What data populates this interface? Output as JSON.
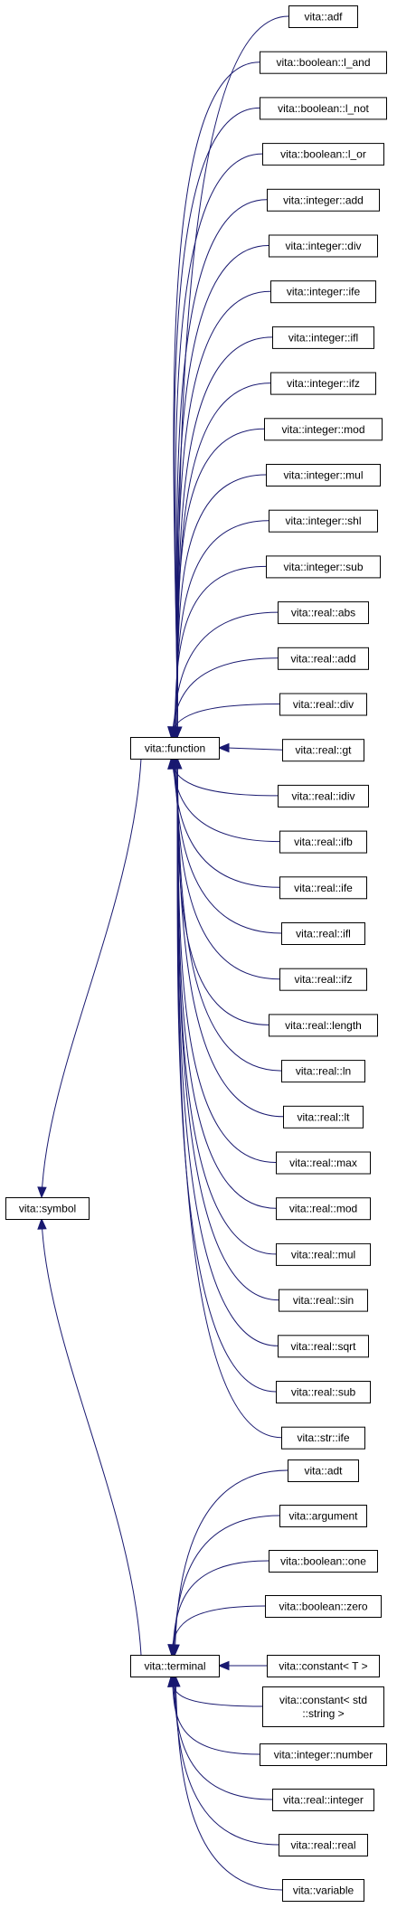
{
  "diagram": {
    "nodes": [
      {
        "id": "symbol",
        "lines": [
          "vita::symbol"
        ]
      },
      {
        "id": "function",
        "lines": [
          "vita::function"
        ]
      },
      {
        "id": "terminal",
        "lines": [
          "vita::terminal"
        ]
      },
      {
        "id": "f_adf",
        "lines": [
          "vita::adf"
        ]
      },
      {
        "id": "f_l_and",
        "lines": [
          "vita::boolean::l_and"
        ]
      },
      {
        "id": "f_l_not",
        "lines": [
          "vita::boolean::l_not"
        ]
      },
      {
        "id": "f_l_or",
        "lines": [
          "vita::boolean::l_or"
        ]
      },
      {
        "id": "f_int_add",
        "lines": [
          "vita::integer::add"
        ]
      },
      {
        "id": "f_int_div",
        "lines": [
          "vita::integer::div"
        ]
      },
      {
        "id": "f_int_ife",
        "lines": [
          "vita::integer::ife"
        ]
      },
      {
        "id": "f_int_ifl",
        "lines": [
          "vita::integer::ifl"
        ]
      },
      {
        "id": "f_int_ifz",
        "lines": [
          "vita::integer::ifz"
        ]
      },
      {
        "id": "f_int_mod",
        "lines": [
          "vita::integer::mod"
        ]
      },
      {
        "id": "f_int_mul",
        "lines": [
          "vita::integer::mul"
        ]
      },
      {
        "id": "f_int_shl",
        "lines": [
          "vita::integer::shl"
        ]
      },
      {
        "id": "f_int_sub",
        "lines": [
          "vita::integer::sub"
        ]
      },
      {
        "id": "f_real_abs",
        "lines": [
          "vita::real::abs"
        ]
      },
      {
        "id": "f_real_add",
        "lines": [
          "vita::real::add"
        ]
      },
      {
        "id": "f_real_div",
        "lines": [
          "vita::real::div"
        ]
      },
      {
        "id": "f_real_gt",
        "lines": [
          "vita::real::gt"
        ]
      },
      {
        "id": "f_real_idiv",
        "lines": [
          "vita::real::idiv"
        ]
      },
      {
        "id": "f_real_ifb",
        "lines": [
          "vita::real::ifb"
        ]
      },
      {
        "id": "f_real_ife",
        "lines": [
          "vita::real::ife"
        ]
      },
      {
        "id": "f_real_ifl",
        "lines": [
          "vita::real::ifl"
        ]
      },
      {
        "id": "f_real_ifz",
        "lines": [
          "vita::real::ifz"
        ]
      },
      {
        "id": "f_real_length",
        "lines": [
          "vita::real::length"
        ]
      },
      {
        "id": "f_real_ln",
        "lines": [
          "vita::real::ln"
        ]
      },
      {
        "id": "f_real_lt",
        "lines": [
          "vita::real::lt"
        ]
      },
      {
        "id": "f_real_max",
        "lines": [
          "vita::real::max"
        ]
      },
      {
        "id": "f_real_mod",
        "lines": [
          "vita::real::mod"
        ]
      },
      {
        "id": "f_real_mul",
        "lines": [
          "vita::real::mul"
        ]
      },
      {
        "id": "f_real_sin",
        "lines": [
          "vita::real::sin"
        ]
      },
      {
        "id": "f_real_sqrt",
        "lines": [
          "vita::real::sqrt"
        ]
      },
      {
        "id": "f_real_sub",
        "lines": [
          "vita::real::sub"
        ]
      },
      {
        "id": "f_str_ife",
        "lines": [
          "vita::str::ife"
        ]
      },
      {
        "id": "t_adt",
        "lines": [
          "vita::adt"
        ]
      },
      {
        "id": "t_argument",
        "lines": [
          "vita::argument"
        ]
      },
      {
        "id": "t_bool_one",
        "lines": [
          "vita::boolean::one"
        ]
      },
      {
        "id": "t_bool_zero",
        "lines": [
          "vita::boolean::zero"
        ]
      },
      {
        "id": "t_const_T",
        "lines": [
          "vita::constant< T >"
        ]
      },
      {
        "id": "t_const_str",
        "lines": [
          "vita::constant< std",
          "::string >"
        ]
      },
      {
        "id": "t_int_number",
        "lines": [
          "vita::integer::number"
        ]
      },
      {
        "id": "t_real_integer",
        "lines": [
          "vita::real::integer"
        ]
      },
      {
        "id": "t_real_real",
        "lines": [
          "vita::real::real"
        ]
      },
      {
        "id": "t_variable",
        "lines": [
          "vita::variable"
        ]
      }
    ],
    "edges": [
      {
        "from": "function",
        "to": "symbol"
      },
      {
        "from": "terminal",
        "to": "symbol"
      },
      {
        "from": "f_adf",
        "to": "function"
      },
      {
        "from": "f_l_and",
        "to": "function"
      },
      {
        "from": "f_l_not",
        "to": "function"
      },
      {
        "from": "f_l_or",
        "to": "function"
      },
      {
        "from": "f_int_add",
        "to": "function"
      },
      {
        "from": "f_int_div",
        "to": "function"
      },
      {
        "from": "f_int_ife",
        "to": "function"
      },
      {
        "from": "f_int_ifl",
        "to": "function"
      },
      {
        "from": "f_int_ifz",
        "to": "function"
      },
      {
        "from": "f_int_mod",
        "to": "function"
      },
      {
        "from": "f_int_mul",
        "to": "function"
      },
      {
        "from": "f_int_shl",
        "to": "function"
      },
      {
        "from": "f_int_sub",
        "to": "function"
      },
      {
        "from": "f_real_abs",
        "to": "function"
      },
      {
        "from": "f_real_add",
        "to": "function"
      },
      {
        "from": "f_real_div",
        "to": "function"
      },
      {
        "from": "f_real_gt",
        "to": "function"
      },
      {
        "from": "f_real_idiv",
        "to": "function"
      },
      {
        "from": "f_real_ifb",
        "to": "function"
      },
      {
        "from": "f_real_ife",
        "to": "function"
      },
      {
        "from": "f_real_ifl",
        "to": "function"
      },
      {
        "from": "f_real_ifz",
        "to": "function"
      },
      {
        "from": "f_real_length",
        "to": "function"
      },
      {
        "from": "f_real_ln",
        "to": "function"
      },
      {
        "from": "f_real_lt",
        "to": "function"
      },
      {
        "from": "f_real_max",
        "to": "function"
      },
      {
        "from": "f_real_mod",
        "to": "function"
      },
      {
        "from": "f_real_mul",
        "to": "function"
      },
      {
        "from": "f_real_sin",
        "to": "function"
      },
      {
        "from": "f_real_sqrt",
        "to": "function"
      },
      {
        "from": "f_real_sub",
        "to": "function"
      },
      {
        "from": "f_str_ife",
        "to": "function"
      },
      {
        "from": "t_adt",
        "to": "terminal"
      },
      {
        "from": "t_argument",
        "to": "terminal"
      },
      {
        "from": "t_bool_one",
        "to": "terminal"
      },
      {
        "from": "t_bool_zero",
        "to": "terminal"
      },
      {
        "from": "t_const_T",
        "to": "terminal"
      },
      {
        "from": "t_const_str",
        "to": "terminal"
      },
      {
        "from": "t_int_number",
        "to": "terminal"
      },
      {
        "from": "t_real_integer",
        "to": "terminal"
      },
      {
        "from": "t_real_real",
        "to": "terminal"
      },
      {
        "from": "t_variable",
        "to": "terminal"
      }
    ],
    "colors": {
      "edge": "#191970",
      "node_border": "#000000",
      "node_fill": "#ffffff",
      "text": "#000000"
    }
  }
}
